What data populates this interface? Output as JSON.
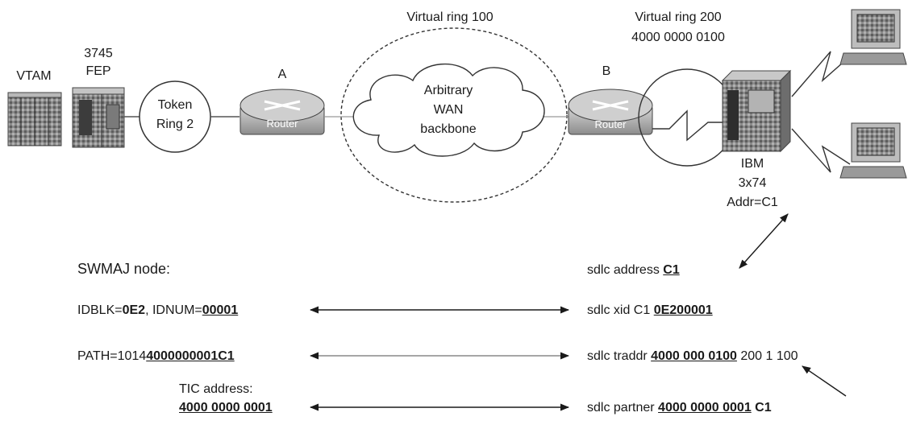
{
  "devices": {
    "vtam": "VTAM",
    "fep_line1": "3745",
    "fep_line2": "FEP",
    "token_ring_line1": "Token",
    "token_ring_line2": "Ring 2",
    "router_a_letter": "A",
    "router_a_label": "Router",
    "router_b_letter": "B",
    "router_b_label": "Router",
    "cloud_line1": "Arbitrary",
    "cloud_line2": "WAN",
    "cloud_line3": "backbone",
    "vring100": "Virtual ring 100",
    "vring200_line1": "Virtual ring 200",
    "vring200_line2": "4000 0000 0100",
    "ibm_line1": "IBM",
    "ibm_line2": "3x74",
    "ibm_line3": "Addr=C1"
  },
  "config_left": {
    "swmaj": "SWMAJ node:",
    "idblk_prefix": "IDBLK=",
    "idblk_value": "0E2",
    "idnum_prefix": ", IDNUM=",
    "idnum_value": "00001",
    "path_prefix": "PATH=1014",
    "path_value": "4000000001C1",
    "tic_label": "TIC address:",
    "tic_value": "4000 0000 0001"
  },
  "config_right": {
    "address_prefix": "sdlc address ",
    "address_value": "C1",
    "xid_prefix": "sdlc xid C1 ",
    "xid_value": "0E200001",
    "traddr_prefix": "sdlc traddr ",
    "traddr_value": "4000 000 0100",
    "traddr_suffix": " 200 1 100",
    "partner_prefix": "sdlc partner ",
    "partner_value": "4000 0000 0001",
    "partner_suffix": " C1"
  }
}
